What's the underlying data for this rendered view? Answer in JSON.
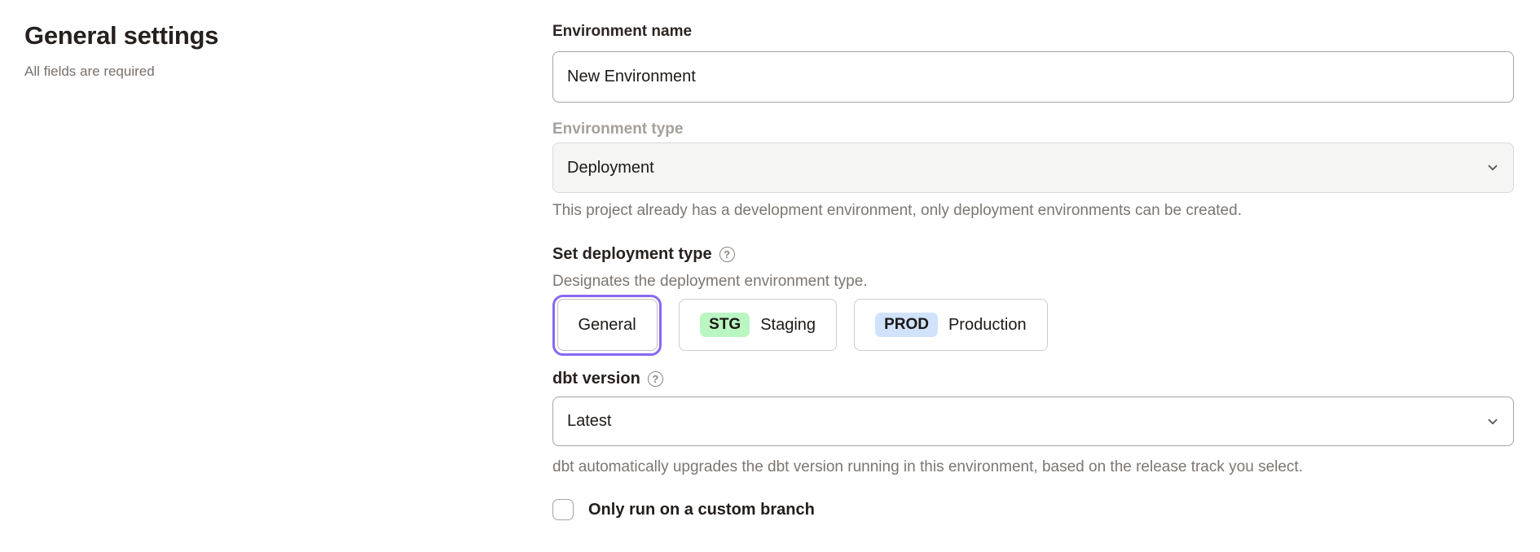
{
  "page": {
    "title": "General settings",
    "subtitle": "All fields are required"
  },
  "form": {
    "environment_name": {
      "label": "Environment name",
      "value": "New Environment"
    },
    "environment_type": {
      "label": "Environment type",
      "value": "Deployment",
      "disabled": true,
      "helper": "This project already has a development environment, only deployment environments can be created."
    },
    "deployment_type": {
      "label": "Set deployment type",
      "help_icon": "question-mark",
      "helper": "Designates the deployment environment type.",
      "options": [
        {
          "label": "General",
          "badge": "",
          "selected": true
        },
        {
          "label": "Staging",
          "badge": "STG",
          "badge_color": "#baf6c2",
          "selected": false
        },
        {
          "label": "Production",
          "badge": "PROD",
          "badge_color": "#d1e2fc",
          "selected": false
        }
      ]
    },
    "dbt_version": {
      "label": "dbt version",
      "help_icon": "question-mark",
      "value": "Latest",
      "helper": "dbt automatically upgrades the dbt version running in this environment, based on the release track you select."
    },
    "custom_branch": {
      "label": "Only run on a custom branch",
      "checked": false
    }
  },
  "icons": {
    "help": "?",
    "chevron_down": "chevron-down"
  },
  "colors": {
    "accent_purple": "#8769f1",
    "staging_badge_bg": "#baf6c2",
    "production_badge_bg": "#d1e2fc",
    "disabled_field_bg": "#f5f5f4"
  }
}
